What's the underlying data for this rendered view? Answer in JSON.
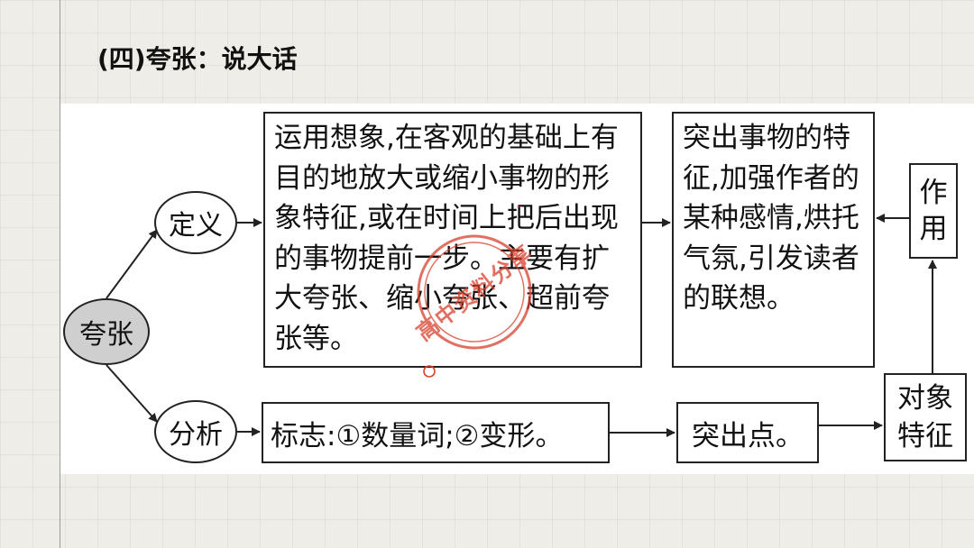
{
  "title": "(四)夸张：说大话",
  "nodes": {
    "kuazhang": "夸张",
    "dingyi": "定义",
    "fenxi": "分析",
    "definition": "运用想象,在客观的基础上有目的地放大或缩小事物的形象特征,或在时间上把后出现的事物提前一步。主要有扩大夸张、缩小夸张、超前夸张等。",
    "effect": "突出事物的特征,加强作者的某种感情,烘托气氛,引发读者的联想。",
    "zuoyong": "作用",
    "marker": "标志:①数量词;②变形。",
    "highlight": "突出点。",
    "object_feature": "对象特征"
  },
  "watermark": "高中资料分享",
  "colors": {
    "background": "#efede7",
    "panel": "#ffffff",
    "root_fill": "#cfcfcf",
    "stroke": "#222222",
    "stamp": "#d9412e"
  }
}
